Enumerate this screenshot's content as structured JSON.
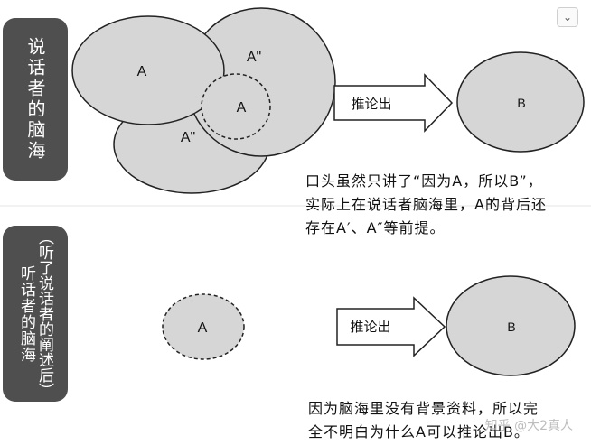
{
  "ui": {
    "collapse_icon": "chevron-down-icon"
  },
  "speaker_label": "说话者的脑海",
  "listener_label_main": "听话者的脑海",
  "listener_label_paren": "（听了说话者的阐述后）",
  "top": {
    "circle_a": "A",
    "circle_a2_upper": "A\"",
    "circle_a_inner": "A",
    "circle_a2_lower": "A\"",
    "arrow_label": "推论出",
    "result": "B"
  },
  "caption_top": [
    "口头虽然只讲了“因为A，所以B”，",
    "实际上在说话者脑海里，A的背后还",
    "存在A′、A″等前提。"
  ],
  "bottom": {
    "circle_a": "A",
    "arrow_label": "推论出",
    "result": "B"
  },
  "caption_bottom": [
    "因为脑海里没有背景资料，所以完",
    "全不明白为什么A可以推论出B。"
  ],
  "watermark": "知乎 @大2真人",
  "colors": {
    "bubble": "#d6d6d6",
    "label_box": "#4f4f4f",
    "stroke": "#222222"
  }
}
